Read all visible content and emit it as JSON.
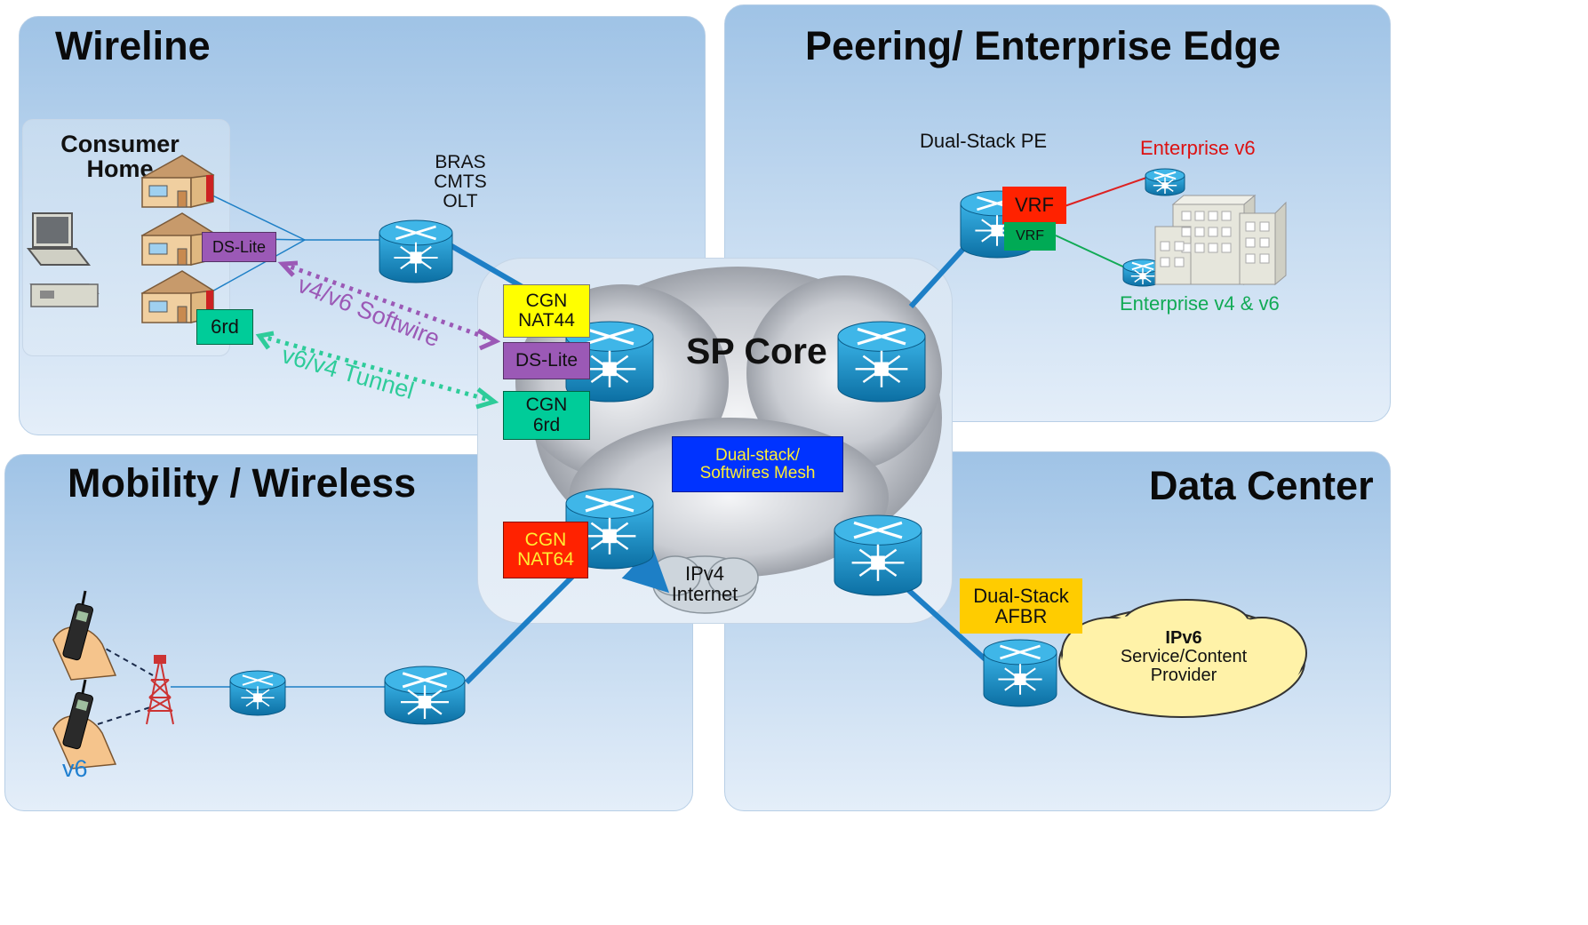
{
  "panels": {
    "wireline": "Wireline",
    "peering": "Peering/ Enterprise Edge",
    "mobility": "Mobility / Wireless",
    "datacenter": "Data Center"
  },
  "consumer_home": {
    "line1": "Consumer",
    "line2": "Home"
  },
  "bras": {
    "line1": "BRAS",
    "line2": "CMTS",
    "line3": "OLT"
  },
  "home_tags": {
    "dslite": "DS-Lite",
    "sixrd": "6rd"
  },
  "tunnels": {
    "softwire": "v4/v6 Softwire",
    "tunnel": "v6/v4 Tunnel"
  },
  "sp_core": "SP Core",
  "core_boxes": {
    "cgn44_l1": "CGN",
    "cgn44_l2": "NAT44",
    "dslite": "DS-Lite",
    "cgn6rd_l1": "CGN",
    "cgn6rd_l2": "6rd",
    "mesh_l1": "Dual-stack/",
    "mesh_l2": "Softwires Mesh",
    "cgn64_l1": "CGN",
    "cgn64_l2": "NAT64"
  },
  "ipv4_internet": {
    "line1": "IPv4",
    "line2": "Internet"
  },
  "peering": {
    "pe_label": "Dual-Stack PE",
    "vrf_big": "VRF",
    "vrf_small": "VRF",
    "ent_v6": "Enterprise v6",
    "ent_v4v6": "Enterprise v4 & v6"
  },
  "datacenter": {
    "afbr_l1": "Dual-Stack",
    "afbr_l2": "AFBR",
    "provider_l1": "IPv6",
    "provider_l2": "Service/Content",
    "provider_l3": "Provider"
  },
  "mobility": {
    "v6": "v6"
  },
  "colors": {
    "router_fill": "#1a8fc4",
    "link": "#1d7fc6",
    "softwire": "#9b59b6",
    "tunnel": "#2ecc9a",
    "cgn44": "#ffff00",
    "dslite": "#9b59b6",
    "cgn6rd": "#00cc99",
    "mesh": "#0033ff",
    "cgn64": "#ff2200",
    "vrf_red": "#ff2200",
    "vrf_green": "#00aa55",
    "afbr": "#ffcc00",
    "ent_v6_text": "#dd1111",
    "ent_v4v6_text": "#11aa55",
    "v6_text": "#1f7fd0"
  }
}
